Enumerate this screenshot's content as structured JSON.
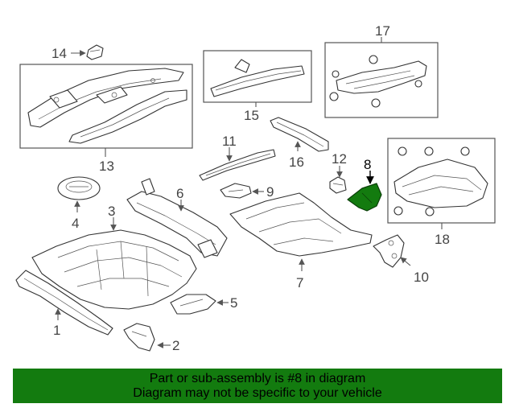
{
  "diagram": {
    "callouts": [
      {
        "id": "1",
        "text": "1"
      },
      {
        "id": "2",
        "text": "2"
      },
      {
        "id": "3",
        "text": "3"
      },
      {
        "id": "4",
        "text": "4"
      },
      {
        "id": "5",
        "text": "5"
      },
      {
        "id": "6",
        "text": "6"
      },
      {
        "id": "7",
        "text": "7"
      },
      {
        "id": "8",
        "text": "8",
        "highlighted": true
      },
      {
        "id": "9",
        "text": "9"
      },
      {
        "id": "10",
        "text": "10"
      },
      {
        "id": "11",
        "text": "11"
      },
      {
        "id": "12",
        "text": "12"
      },
      {
        "id": "13",
        "text": "13"
      },
      {
        "id": "14",
        "text": "14"
      },
      {
        "id": "15",
        "text": "15"
      },
      {
        "id": "16",
        "text": "16"
      },
      {
        "id": "17",
        "text": "17"
      },
      {
        "id": "18",
        "text": "18"
      }
    ],
    "highlight_color": "#137b0f"
  },
  "banner": {
    "line1": "Part or sub-assembly is #8 in diagram",
    "line2": "Diagram may not be specific to your vehicle",
    "background": "#137b0f"
  }
}
